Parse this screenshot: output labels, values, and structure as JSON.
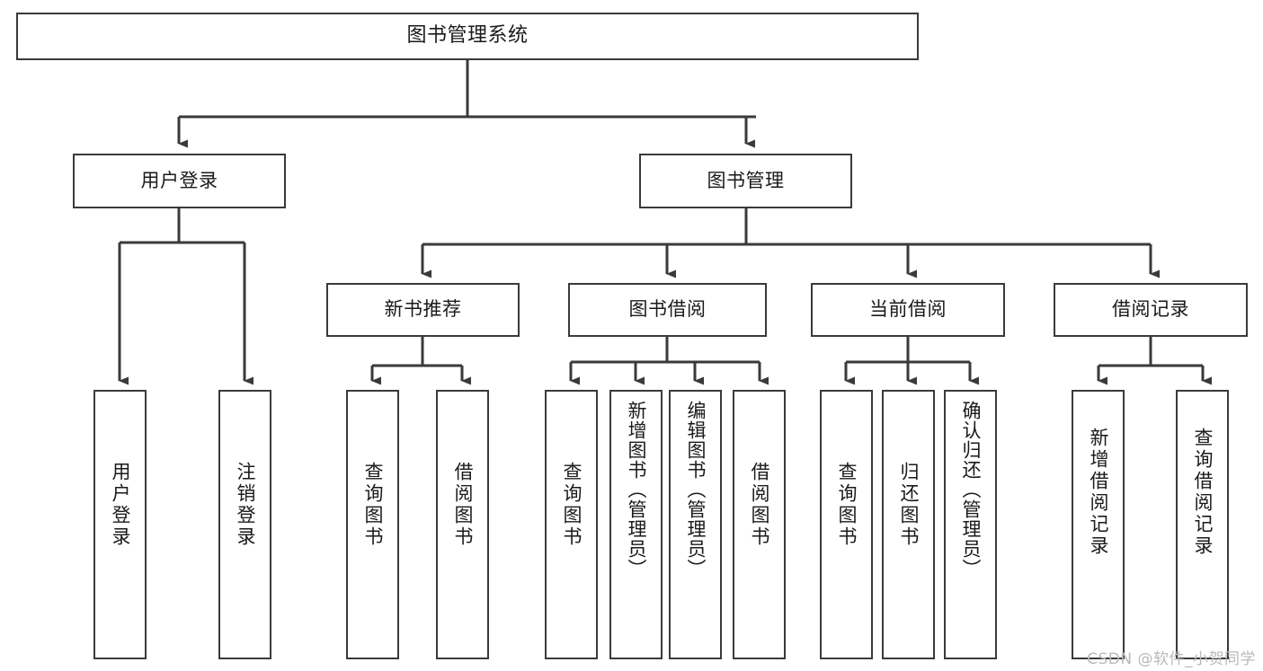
{
  "diagram": {
    "title": "图书管理系统",
    "type": "tree-structure-chart",
    "watermark": "CSDN @软件_小贺同学",
    "style": {
      "box_border_color": "#3a3a3a",
      "box_fill_color": "#ffffff",
      "edge_color": "#3a3a3a",
      "background": "#ffffff",
      "watermark_color": "#b9b9b9"
    },
    "root": {
      "label": "图书管理系统"
    },
    "level2": [
      {
        "label": "用户登录"
      },
      {
        "label": "图书管理"
      }
    ],
    "level3": [
      {
        "label": "新书推荐"
      },
      {
        "label": "图书借阅"
      },
      {
        "label": "当前借阅"
      },
      {
        "label": "借阅记录"
      }
    ],
    "leaves": {
      "user_login": [
        {
          "label": "用户登录"
        },
        {
          "label": "注销登录"
        }
      ],
      "new_book_recommend": [
        {
          "label": "查询图书"
        },
        {
          "label": "借阅图书"
        }
      ],
      "book_borrow": [
        {
          "label": "查询图书"
        },
        {
          "label": "新增图书（管理员）"
        },
        {
          "label": "编辑图书（管理员）"
        },
        {
          "label": "借阅图书"
        }
      ],
      "current_borrow": [
        {
          "label": "查询图书"
        },
        {
          "label": "归还图书"
        },
        {
          "label": "确认归还（管理员）"
        }
      ],
      "borrow_record": [
        {
          "label": "新增借阅记录"
        },
        {
          "label": "查询借阅记录"
        }
      ]
    }
  }
}
